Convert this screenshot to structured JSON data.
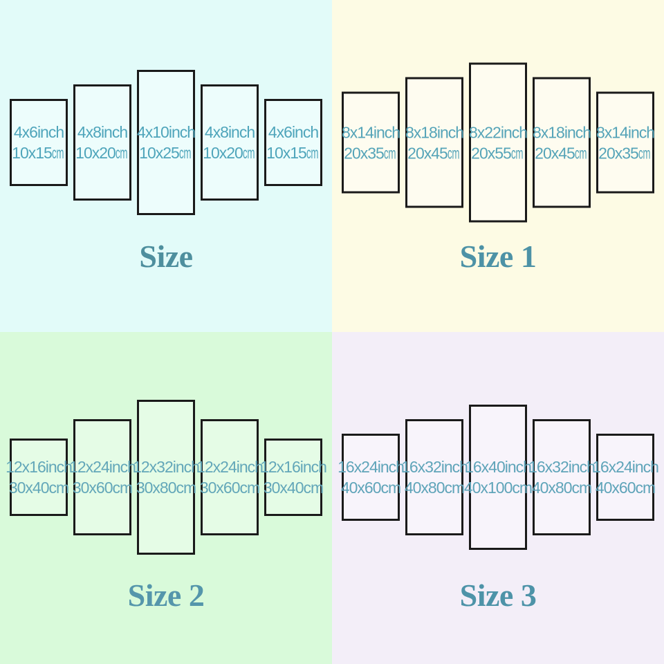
{
  "colors": {
    "page_bg": "#ffffff",
    "panel_border": "#1a1a1a"
  },
  "quadrants": [
    {
      "title": "Size",
      "bg": "#e2fbf9",
      "panel_bg": "#edfdfc",
      "label_color": "#4fa5bb",
      "title_color": "#4e8f9e",
      "condensed_cm": true,
      "panels": [
        {
          "inch": "4x6inch",
          "cm": "10x15cm"
        },
        {
          "inch": "4x8inch",
          "cm": "10x20cm"
        },
        {
          "inch": "4x10inch",
          "cm": "10x25cm"
        },
        {
          "inch": "4x8inch",
          "cm": "10x20cm"
        },
        {
          "inch": "4x6inch",
          "cm": "10x15cm"
        }
      ]
    },
    {
      "title": "Size 1",
      "bg": "#fdfbe4",
      "panel_bg": "#fefcf0",
      "label_color": "#55a4b8",
      "title_color": "#4d92a6",
      "condensed_cm": true,
      "panels": [
        {
          "inch": "8x14inch",
          "cm": "20x35cm"
        },
        {
          "inch": "8x18inch",
          "cm": "20x45cm"
        },
        {
          "inch": "8x22inch",
          "cm": "20x55cm"
        },
        {
          "inch": "8x18inch",
          "cm": "20x45cm"
        },
        {
          "inch": "8x14inch",
          "cm": "20x35cm"
        }
      ]
    },
    {
      "title": "Size 2",
      "bg": "#d9fada",
      "panel_bg": "#e5fce6",
      "label_color": "#63a7b9",
      "title_color": "#5596ab",
      "condensed_cm": false,
      "panels": [
        {
          "inch": "12x16inch",
          "cm": "30x40cm"
        },
        {
          "inch": "12x24inch",
          "cm": "30x60cm"
        },
        {
          "inch": "12x32inch",
          "cm": "30x80cm"
        },
        {
          "inch": "12x24inch",
          "cm": "30x60cm"
        },
        {
          "inch": "12x16inch",
          "cm": "30x40cm"
        }
      ]
    },
    {
      "title": "Size 3",
      "bg": "#f3eef8",
      "panel_bg": "#f8f4fb",
      "label_color": "#5fa4b9",
      "title_color": "#4d93a8",
      "condensed_cm": false,
      "panels": [
        {
          "inch": "16x24inch",
          "cm": "40x60cm"
        },
        {
          "inch": "16x32inch",
          "cm": "40x80cm"
        },
        {
          "inch": "16x40inch",
          "cm": "40x100cm"
        },
        {
          "inch": "16x32inch",
          "cm": "40x80cm"
        },
        {
          "inch": "16x24inch",
          "cm": "40x60cm"
        }
      ]
    }
  ]
}
